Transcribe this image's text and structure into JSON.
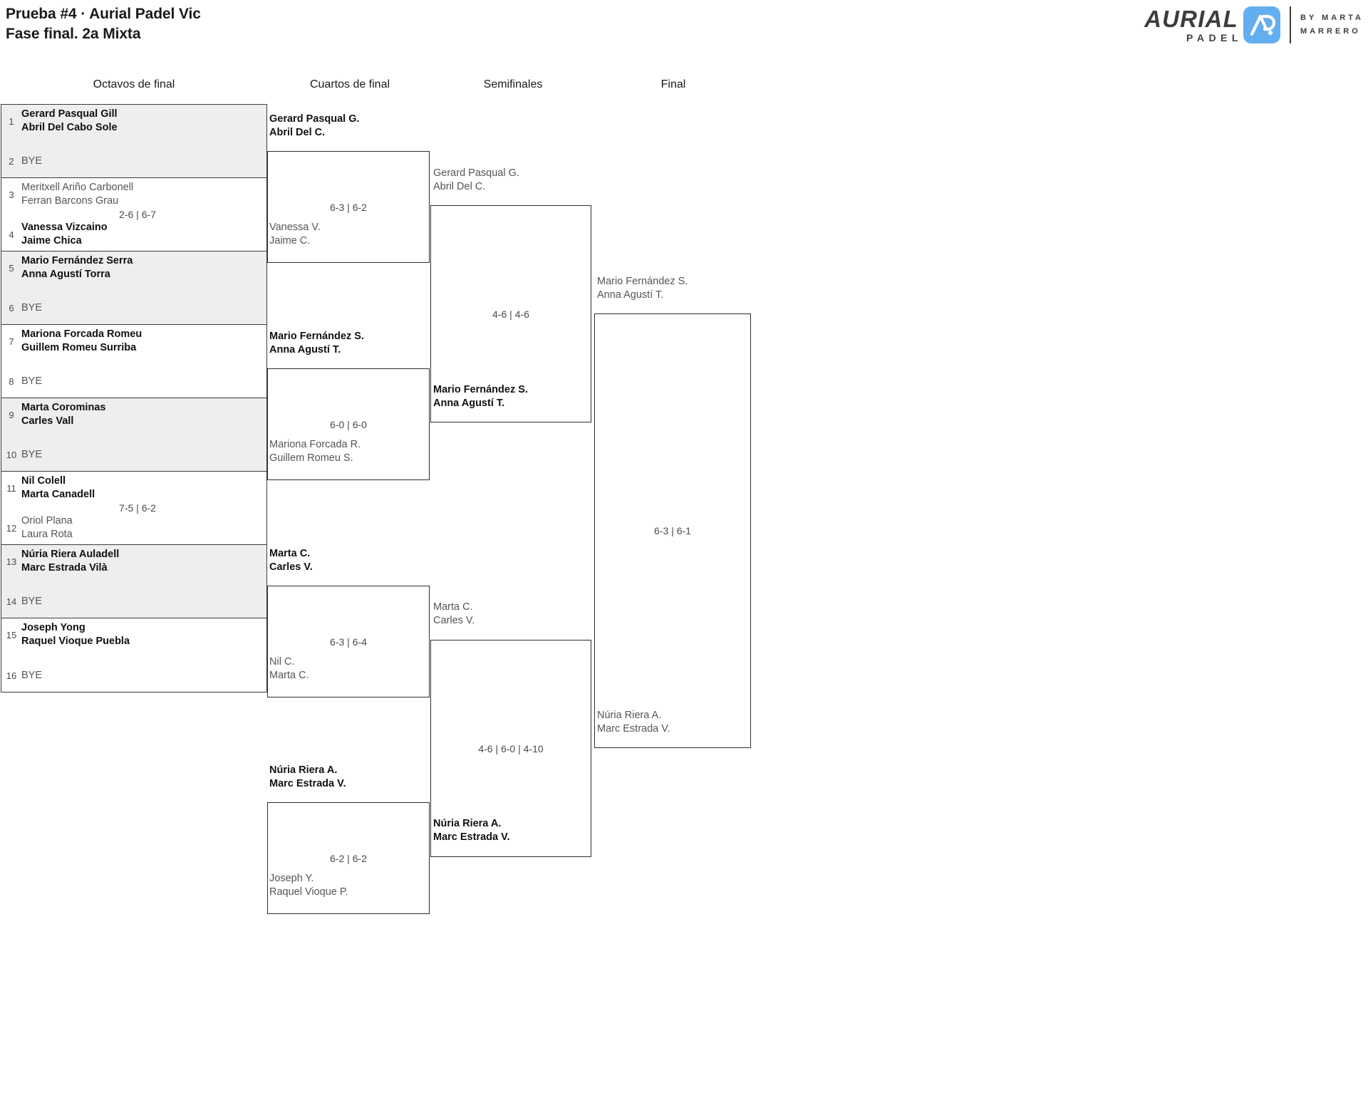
{
  "header": {
    "title_line1": "Prueba #4 · Aurial Padel Vic",
    "title_line2": "Fase final. 2a Mixta"
  },
  "logo": {
    "brand": "AURIAL",
    "sub": "PADEL",
    "by_line1": "BY MARTA",
    "by_line2": "MARRERO",
    "mark_color": "#63AEF0",
    "text_color": "#3D3D3D"
  },
  "rounds": [
    {
      "label": "Octavos de final"
    },
    {
      "label": "Cuartos de final"
    },
    {
      "label": "Semifinales"
    },
    {
      "label": "Final"
    }
  ],
  "round1": {
    "matches": [
      {
        "shaded": true,
        "score": "",
        "top": {
          "seed": "1",
          "p1": "Gerard Pasqual Gill",
          "p2": "Abril Del Cabo Sole",
          "winner": true,
          "bye": false
        },
        "bottom": {
          "seed": "2",
          "bye_label": "BYE",
          "winner": false,
          "bye": true
        }
      },
      {
        "shaded": false,
        "score": "2-6 | 6-7",
        "top": {
          "seed": "3",
          "p1": "Meritxell Ariño Carbonell",
          "p2": "Ferran Barcons Grau",
          "winner": false,
          "bye": false
        },
        "bottom": {
          "seed": "4",
          "p1": "Vanessa Vizcaino",
          "p2": "Jaime Chica",
          "winner": true,
          "bye": false
        }
      },
      {
        "shaded": true,
        "score": "",
        "top": {
          "seed": "5",
          "p1": "Mario Fernández Serra",
          "p2": "Anna Agustí Torra",
          "winner": true,
          "bye": false
        },
        "bottom": {
          "seed": "6",
          "bye_label": "BYE",
          "winner": false,
          "bye": true
        }
      },
      {
        "shaded": false,
        "score": "",
        "top": {
          "seed": "7",
          "p1": "Mariona Forcada Romeu",
          "p2": "Guillem Romeu Surriba",
          "winner": true,
          "bye": false
        },
        "bottom": {
          "seed": "8",
          "bye_label": "BYE",
          "winner": false,
          "bye": true
        }
      },
      {
        "shaded": true,
        "score": "",
        "top": {
          "seed": "9",
          "p1": "Marta Corominas",
          "p2": "Carles Vall",
          "winner": true,
          "bye": false
        },
        "bottom": {
          "seed": "10",
          "bye_label": "BYE",
          "winner": false,
          "bye": true
        }
      },
      {
        "shaded": false,
        "score": "7-5 | 6-2",
        "top": {
          "seed": "11",
          "p1": "Nil Colell",
          "p2": "Marta Canadell",
          "winner": true,
          "bye": false
        },
        "bottom": {
          "seed": "12",
          "p1": "Oriol Plana",
          "p2": "Laura Rota",
          "winner": false,
          "bye": false
        }
      },
      {
        "shaded": true,
        "score": "",
        "top": {
          "seed": "13",
          "p1": "Núria Riera Auladell",
          "p2": "Marc Estrada Vilà",
          "winner": true,
          "bye": false
        },
        "bottom": {
          "seed": "14",
          "bye_label": "BYE",
          "winner": false,
          "bye": true
        }
      },
      {
        "shaded": false,
        "score": "",
        "top": {
          "seed": "15",
          "p1": "Joseph Yong",
          "p2": "Raquel Vioque Puebla",
          "winner": true,
          "bye": false
        },
        "bottom": {
          "seed": "16",
          "bye_label": "BYE",
          "winner": false,
          "bye": true
        }
      }
    ]
  },
  "round2": {
    "matches": [
      {
        "score": "6-3 | 6-2",
        "top": {
          "p1": "Gerard Pasqual G.",
          "p2": "Abril Del C.",
          "winner": true
        },
        "bottom": {
          "p1": "Vanessa V.",
          "p2": "Jaime C.",
          "winner": false
        }
      },
      {
        "score": "6-0 | 6-0",
        "top": {
          "p1": "Mario Fernández S.",
          "p2": "Anna Agustí T.",
          "winner": true
        },
        "bottom": {
          "p1": "Mariona Forcada R.",
          "p2": "Guillem Romeu S.",
          "winner": false
        }
      },
      {
        "score": "6-3 | 6-4",
        "top": {
          "p1": "Marta C.",
          "p2": "Carles V.",
          "winner": true
        },
        "bottom": {
          "p1": "Nil C.",
          "p2": "Marta C.",
          "winner": false
        }
      },
      {
        "score": "6-2 | 6-2",
        "top": {
          "p1": "Núria Riera A.",
          "p2": "Marc Estrada V.",
          "winner": true
        },
        "bottom": {
          "p1": "Joseph Y.",
          "p2": "Raquel Vioque P.",
          "winner": false
        }
      }
    ]
  },
  "round3": {
    "matches": [
      {
        "score": "4-6 | 4-6",
        "top": {
          "p1": "Gerard Pasqual G.",
          "p2": "Abril Del C.",
          "winner": false
        },
        "bottom": {
          "p1": "Mario Fernández S.",
          "p2": "Anna Agustí T.",
          "winner": true
        }
      },
      {
        "score": "4-6 | 6-0 | 4-10",
        "top": {
          "p1": "Marta C.",
          "p2": "Carles V.",
          "winner": false
        },
        "bottom": {
          "p1": "Núria Riera A.",
          "p2": "Marc Estrada V.",
          "winner": true
        }
      }
    ]
  },
  "round4": {
    "matches": [
      {
        "score": "6-3 | 6-1",
        "top": {
          "p1": "Mario Fernández S.",
          "p2": "Anna Agustí T.",
          "winner": true
        },
        "bottom": {
          "p1": "Núria Riera A.",
          "p2": "Marc Estrada V.",
          "winner": false
        }
      }
    ]
  }
}
